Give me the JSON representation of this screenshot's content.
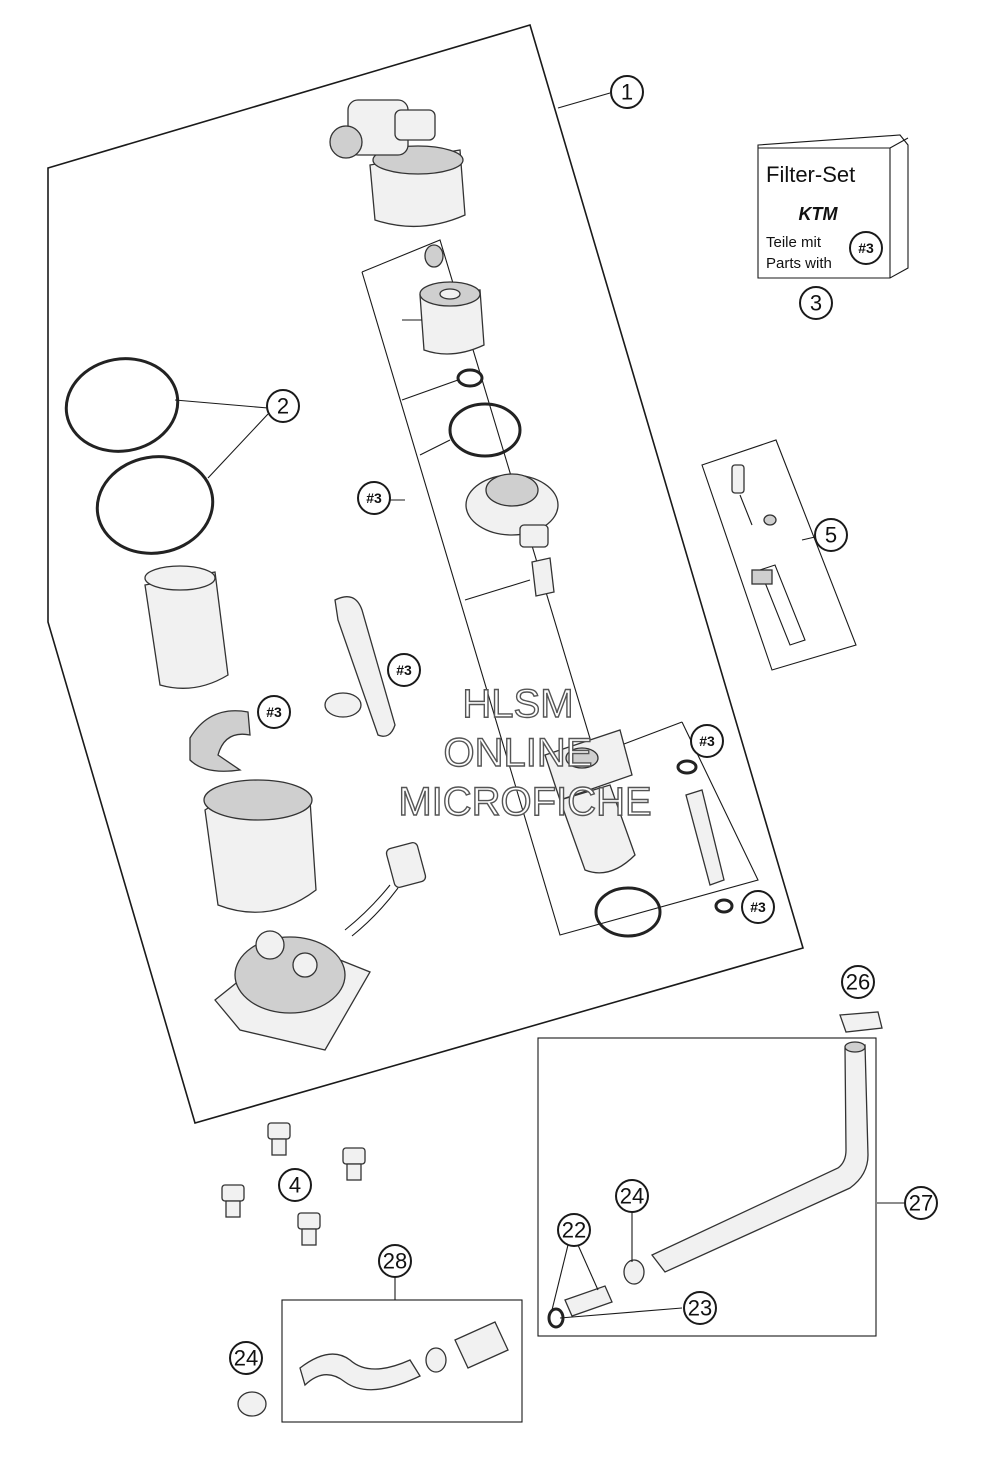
{
  "callouts": {
    "c1": "1",
    "c2": "2",
    "c3": "3",
    "c4": "4",
    "c5": "5",
    "c22": "22",
    "c23": "23",
    "c24a": "24",
    "c24b": "24",
    "c26": "26",
    "c27": "27",
    "c28": "28"
  },
  "refs": {
    "ref_label": "#3"
  },
  "filter_box": {
    "title": "Filter-Set",
    "brand": "KTM",
    "line1": "Teile mit",
    "line2": "Parts with",
    "badge": "#3"
  },
  "watermark": {
    "line1": "HLSM",
    "line2": "ONLINE",
    "line3": "MICROFICHE"
  },
  "colors": {
    "line": "#1a1a1a",
    "part_fill": "#f1f1f1"
  }
}
